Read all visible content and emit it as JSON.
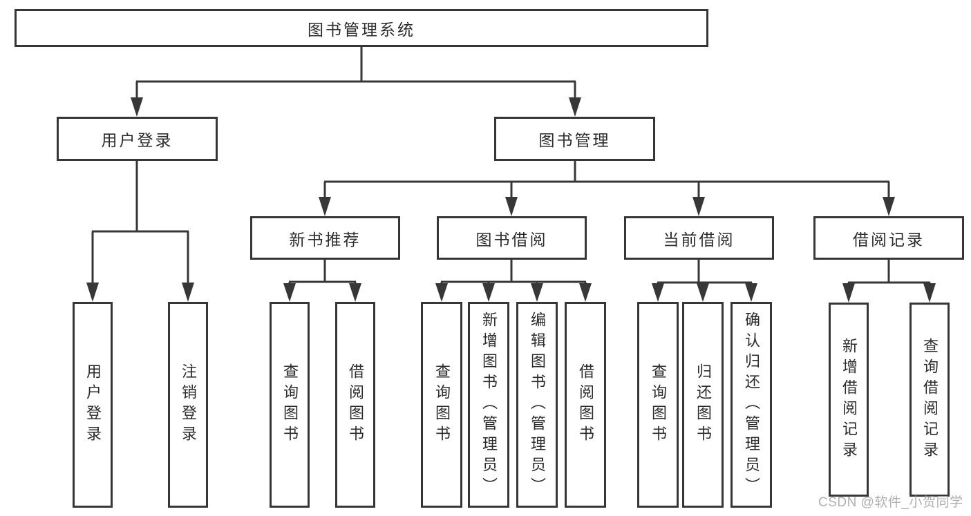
{
  "diagram": {
    "type": "hierarchy-tree",
    "root": {
      "label": "图书管理系统"
    },
    "level2": {
      "user_login": {
        "label": "用户登录"
      },
      "book_management": {
        "label": "图书管理"
      }
    },
    "level3": {
      "new_book_recommend": {
        "label": "新书推荐"
      },
      "book_borrowing": {
        "label": "图书借阅"
      },
      "current_borrowing": {
        "label": "当前借阅"
      },
      "borrowing_records": {
        "label": "借阅记录"
      }
    },
    "level4": {
      "user_login": {
        "label": "用户登录"
      },
      "logout": {
        "label": "注销登录"
      },
      "recommend_query_books": {
        "label": "查询图书"
      },
      "recommend_borrow_books": {
        "label": "借阅图书"
      },
      "borrowing_query_books": {
        "label": "查询图书"
      },
      "borrowing_add_books": {
        "label": "新增图书（管理员）"
      },
      "borrowing_edit_books": {
        "label": "编辑图书（管理员）"
      },
      "borrowing_borrow_books": {
        "label": "借阅图书"
      },
      "current_query_books": {
        "label": "查询图书"
      },
      "current_return_books": {
        "label": "归还图书"
      },
      "current_confirm_return": {
        "label": "确认归还（管理员）"
      },
      "records_add_record": {
        "label": "新增借阅记录"
      },
      "records_query_record": {
        "label": "查询借阅记录"
      }
    },
    "watermark": "CSDN @软件_小贺同学",
    "colors": {
      "line": "#373737",
      "border": "#363636",
      "text": "#2b2b2b",
      "watermark": "#a5a5a5",
      "background": "#ffffff"
    }
  }
}
